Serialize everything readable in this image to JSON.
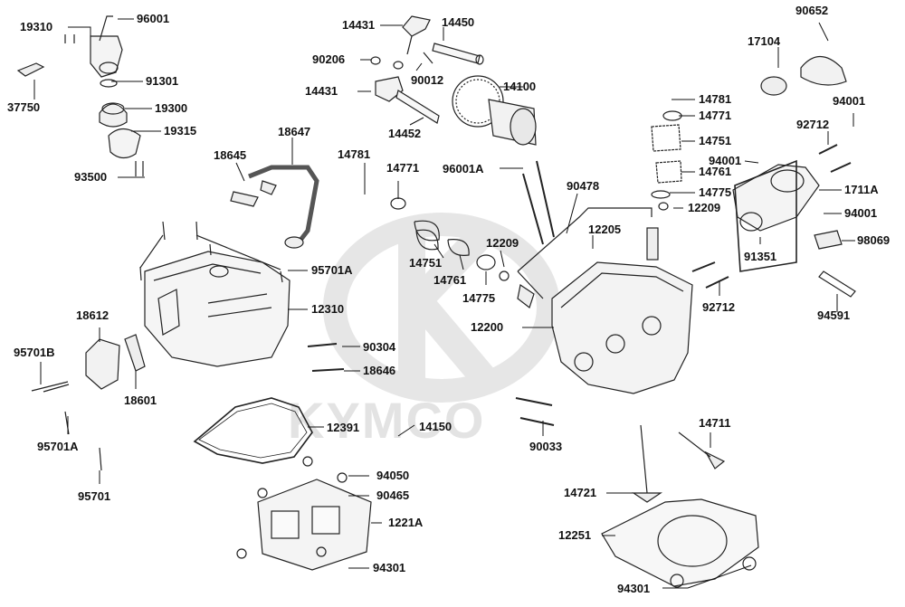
{
  "watermark": {
    "brand": "KYMCO"
  },
  "parts": [
    {
      "id": "p96001",
      "label": "96001"
    },
    {
      "id": "p19310",
      "label": "19310"
    },
    {
      "id": "p37750",
      "label": "37750"
    },
    {
      "id": "p91301",
      "label": "91301"
    },
    {
      "id": "p19300",
      "label": "19300"
    },
    {
      "id": "p19315",
      "label": "19315"
    },
    {
      "id": "p93500",
      "label": "93500"
    },
    {
      "id": "p14431a",
      "label": "14431"
    },
    {
      "id": "p14450",
      "label": "14450"
    },
    {
      "id": "p90206",
      "label": "90206"
    },
    {
      "id": "p90012",
      "label": "90012"
    },
    {
      "id": "p14431b",
      "label": "14431"
    },
    {
      "id": "p14100",
      "label": "14100"
    },
    {
      "id": "p14452",
      "label": "14452"
    },
    {
      "id": "p18645",
      "label": "18645"
    },
    {
      "id": "p18647",
      "label": "18647"
    },
    {
      "id": "p14781a",
      "label": "14781"
    },
    {
      "id": "p14771a",
      "label": "14771"
    },
    {
      "id": "p96001A",
      "label": "96001A"
    },
    {
      "id": "p90478",
      "label": "90478"
    },
    {
      "id": "p14781b",
      "label": "14781"
    },
    {
      "id": "p14771b",
      "label": "14771"
    },
    {
      "id": "p14751b",
      "label": "14751"
    },
    {
      "id": "p14761b",
      "label": "14761"
    },
    {
      "id": "p14775b",
      "label": "14775"
    },
    {
      "id": "p12209b",
      "label": "12209"
    },
    {
      "id": "p90652",
      "label": "90652"
    },
    {
      "id": "p17104",
      "label": "17104"
    },
    {
      "id": "p94001a",
      "label": "94001"
    },
    {
      "id": "p92712a",
      "label": "92712"
    },
    {
      "id": "p94001b",
      "label": "94001"
    },
    {
      "id": "p1711A",
      "label": "1711A"
    },
    {
      "id": "p94001c",
      "label": "94001"
    },
    {
      "id": "p98069",
      "label": "98069"
    },
    {
      "id": "p91351",
      "label": "91351"
    },
    {
      "id": "p12205",
      "label": "12205"
    },
    {
      "id": "p12209a",
      "label": "12209"
    },
    {
      "id": "p14751a",
      "label": "14751"
    },
    {
      "id": "p14761a",
      "label": "14761"
    },
    {
      "id": "p14775a",
      "label": "14775"
    },
    {
      "id": "p95701A_top",
      "label": "95701A"
    },
    {
      "id": "p12310",
      "label": "12310"
    },
    {
      "id": "p12200",
      "label": "12200"
    },
    {
      "id": "p92712b",
      "label": "92712"
    },
    {
      "id": "p94591",
      "label": "94591"
    },
    {
      "id": "p18612",
      "label": "18612"
    },
    {
      "id": "p95701B",
      "label": "95701B"
    },
    {
      "id": "p18601",
      "label": "18601"
    },
    {
      "id": "p90304",
      "label": "90304"
    },
    {
      "id": "p18646",
      "label": "18646"
    },
    {
      "id": "p95701A_bot",
      "label": "95701A"
    },
    {
      "id": "p12391",
      "label": "12391"
    },
    {
      "id": "p14150",
      "label": "14150"
    },
    {
      "id": "p90033",
      "label": "90033"
    },
    {
      "id": "p14711",
      "label": "14711"
    },
    {
      "id": "p95701",
      "label": "95701"
    },
    {
      "id": "p94050",
      "label": "94050"
    },
    {
      "id": "p90465",
      "label": "90465"
    },
    {
      "id": "p1221A",
      "label": "1221A"
    },
    {
      "id": "p14721",
      "label": "14721"
    },
    {
      "id": "p12251",
      "label": "12251"
    },
    {
      "id": "p94301a",
      "label": "94301"
    },
    {
      "id": "p94301b",
      "label": "94301"
    }
  ]
}
